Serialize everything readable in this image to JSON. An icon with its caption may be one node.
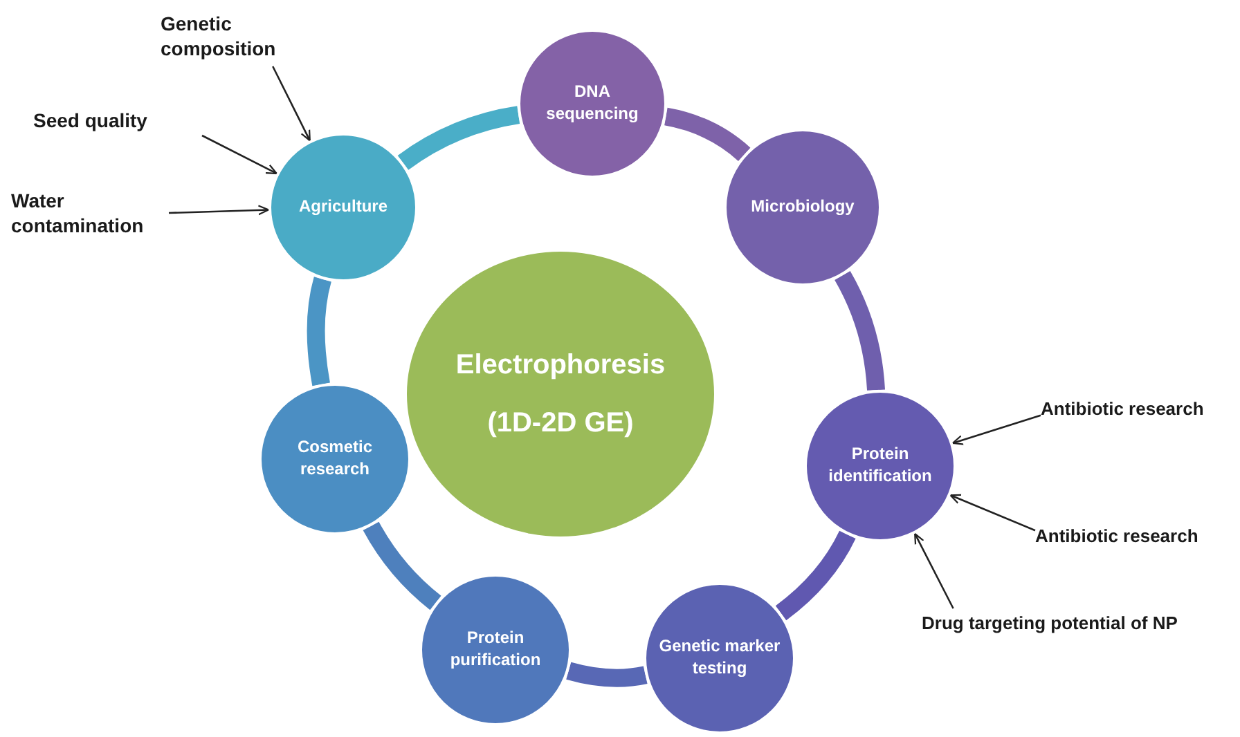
{
  "diagram": {
    "nodes": [
      {
        "text": [
          "Genetic composition"
        ]
      },
      {
        "text": [
          "DNA sequencing"
        ]
      },
      {
        "text": [
          "Seed quality"
        ]
      },
      {
        "text": [
          "Agriculture"
        ]
      },
      {
        "text": [
          "Water contamination"
        ]
      },
      {
        "text": [
          "Microbiology"
        ]
      },
      {
        "text": [
          "Electrophoresis",
          "(1D-2D GE)"
        ]
      },
      {
        "text": [
          "Antibiotic research"
        ]
      },
      {
        "text": [
          "Cosmetic research"
        ]
      },
      {
        "text": [
          "Protein identification"
        ]
      },
      {
        "text": [
          "Antibiotic research"
        ]
      },
      {
        "text": [
          "Drug targeting potential of NP"
        ]
      },
      {
        "text": [
          "Genetic marker testing"
        ]
      },
      {
        "text": [
          "Protein purification"
        ]
      }
    ],
    "edges": [
      {
        "from": 3,
        "to": 1,
        "arrow": "none",
        "color": "#4aaec8"
      },
      {
        "from": 1,
        "to": 5,
        "arrow": "none",
        "color": "#7e62a9"
      },
      {
        "from": 5,
        "to": 9,
        "arrow": "none",
        "color": "#6f5fad"
      },
      {
        "from": 9,
        "to": 12,
        "arrow": "none",
        "color": "#6058b0"
      },
      {
        "from": 12,
        "to": 13,
        "arrow": "none",
        "color": "#5868b5"
      },
      {
        "from": 13,
        "to": 8,
        "arrow": "none",
        "color": "#4e80bd"
      },
      {
        "from": 8,
        "to": 3,
        "arrow": "none",
        "color": "#4b95c5"
      },
      {
        "from": 0,
        "to": 3,
        "arrow": "to"
      },
      {
        "from": 2,
        "to": 3,
        "arrow": "to"
      },
      {
        "from": 4,
        "to": 3,
        "arrow": "to"
      },
      {
        "from": 7,
        "to": 9,
        "arrow": "to"
      },
      {
        "from": 10,
        "to": 9,
        "arrow": "to"
      },
      {
        "from": 11,
        "to": 9,
        "arrow": "to"
      }
    ]
  }
}
